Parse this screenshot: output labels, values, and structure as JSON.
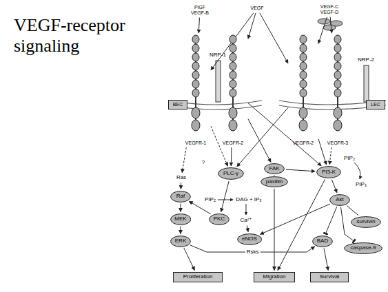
{
  "diagram": {
    "title": "VEGF-receptor signaling",
    "nodes": [
      {
        "text": [
          "PlGF VEGF-B"
        ]
      },
      {
        "text": [
          "VEGF"
        ]
      },
      {
        "text": [
          "VEGF-C VEGF-D"
        ]
      },
      {
        "text": [
          "VEGFR-1"
        ]
      },
      {
        "text": [
          "VEGFR-2"
        ]
      },
      {
        "text": [
          "VEGFR-2"
        ]
      },
      {
        "text": [
          "VEGFR-3"
        ]
      },
      {
        "text": [
          "BEC"
        ]
      },
      {
        "text": [
          "LEC"
        ]
      },
      {
        "text": [
          "Ras"
        ]
      },
      {
        "text": [
          "Raf"
        ]
      },
      {
        "text": [
          "MEK"
        ]
      },
      {
        "text": [
          "ERK"
        ]
      },
      {
        "text": [
          "PKC"
        ]
      },
      {
        "text": [
          "PLC-γ"
        ]
      },
      {
        "text": [
          "Ca²⁺"
        ]
      },
      {
        "text": [
          "FAK"
        ]
      },
      {
        "text": [
          "paxillin"
        ]
      },
      {
        "text": [
          "PI3-K"
        ]
      },
      {
        "text": [
          "Akt"
        ]
      },
      {
        "text": [
          "eNOS"
        ]
      },
      {
        "text": [
          "survivin"
        ]
      },
      {
        "text": [
          "caspase-9"
        ]
      },
      {
        "text": [
          "BAD"
        ]
      },
      {
        "text": [
          "Proliferation"
        ]
      },
      {
        "text": [
          "Migration"
        ]
      },
      {
        "text": [
          "Survival"
        ]
      }
    ],
    "edges": [
      {
        "from": 0,
        "to": 3,
        "arrow": "to"
      },
      {
        "from": 1,
        "to": 3,
        "arrow": "to"
      },
      {
        "from": 1,
        "to": 4,
        "arrow": "to"
      },
      {
        "from": 1,
        "to": 5,
        "arrow": "to"
      },
      {
        "from": 2,
        "to": 5,
        "arrow": "to"
      },
      {
        "from": 2,
        "to": 6,
        "arrow": "to"
      },
      {
        "from": 3,
        "to": 9,
        "arrow": "to"
      },
      {
        "from": 3,
        "to": 14,
        "arrow": "to"
      },
      {
        "from": 4,
        "to": 14,
        "arrow": "to"
      },
      {
        "from": 4,
        "to": 16,
        "arrow": "to"
      },
      {
        "from": 4,
        "to": 18,
        "arrow": "to"
      },
      {
        "from": 5,
        "to": 14,
        "arrow": "to"
      },
      {
        "from": 5,
        "to": 18,
        "arrow": "to"
      },
      {
        "from": 6,
        "to": 18,
        "arrow": "to"
      },
      {
        "from": 9,
        "to": 10,
        "arrow": "to"
      },
      {
        "from": 10,
        "to": 11,
        "arrow": "to"
      },
      {
        "from": 11,
        "to": 12,
        "arrow": "to"
      },
      {
        "from": 12,
        "to": 24,
        "arrow": "to"
      },
      {
        "from": 12,
        "to": 23,
        "label": "Rsks",
        "arrow": "to"
      },
      {
        "from": 13,
        "to": 10,
        "arrow": "to"
      },
      {
        "from": 14,
        "to": 13,
        "arrow": "to"
      },
      {
        "from": 15,
        "to": 20,
        "arrow": "to"
      },
      {
        "from": 16,
        "to": 18,
        "arrow": "to"
      },
      {
        "from": 16,
        "to": 17,
        "arrow": "none"
      },
      {
        "from": 17,
        "to": 25,
        "arrow": "to"
      },
      {
        "from": 18,
        "to": 25,
        "arrow": "to"
      },
      {
        "from": 18,
        "to": 19,
        "arrow": "to"
      },
      {
        "from": 19,
        "to": 20,
        "arrow": "to"
      },
      {
        "from": 19,
        "to": 21,
        "arrow": "none"
      },
      {
        "from": 19,
        "to": 23,
        "arrow": "to"
      },
      {
        "from": 19,
        "to": 22,
        "arrow": "to"
      },
      {
        "from": 23,
        "to": 26,
        "arrow": "to"
      }
    ],
    "labels": [
      "NRP-1",
      "NRP-2",
      "?",
      "PIP₂",
      "DAG + IP₃",
      "PIP₂",
      "PIP₃"
    ]
  }
}
